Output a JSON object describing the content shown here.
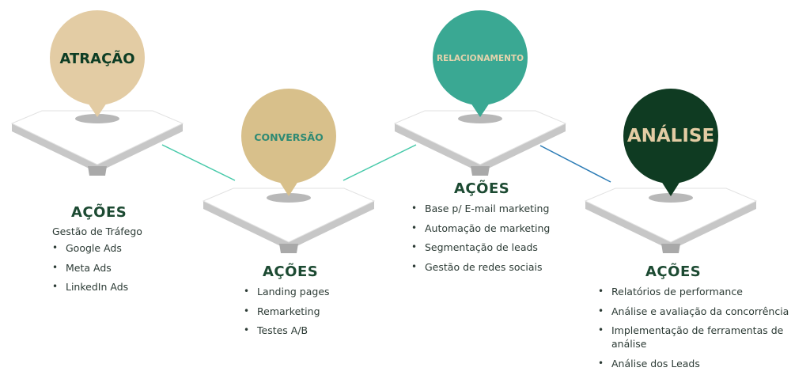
{
  "stages": [
    {
      "id": "atracao",
      "label": "ATRAÇÃO",
      "color": "#e3cca4",
      "label_color": "#0d3d24",
      "actions_title": "AÇÕES",
      "intro": "Gestão de Tráfego",
      "items": [
        "Google Ads",
        "Meta Ads",
        "LinkedIn Ads"
      ]
    },
    {
      "id": "conversao",
      "label": "CONVERSÃO",
      "color": "#d8c08b",
      "label_color": "#2f8a73",
      "actions_title": "AÇÕES",
      "intro": "",
      "items": [
        "Landing pages",
        "Remarketing",
        "Testes A/B"
      ]
    },
    {
      "id": "relacionamento",
      "label": "RELACIONAMENTO",
      "color": "#3aa893",
      "label_color": "#e5d3ad",
      "actions_title": "AÇÕES",
      "intro": "",
      "items": [
        "Base p/ E-mail marketing",
        "Automação de marketing",
        "Segmentação de leads",
        "Gestão de redes sociais"
      ]
    },
    {
      "id": "analise",
      "label": "ANÁLISE",
      "color": "#0f3b22",
      "label_color": "#e3cca4",
      "actions_title": "AÇÕES",
      "intro": "",
      "items": [
        "Relatórios de performance",
        "Análise e avaliação da concorrência",
        "Implementação de ferramentas de análise",
        "Análise dos Leads"
      ]
    }
  ],
  "connector_colors": [
    "#46c9a9",
    "#46c9a9",
    "#2b7bb5"
  ],
  "platform_colors": {
    "top": "#ffffff",
    "edge": "#c7c7c7",
    "edge_dark": "#a9a9a9"
  }
}
